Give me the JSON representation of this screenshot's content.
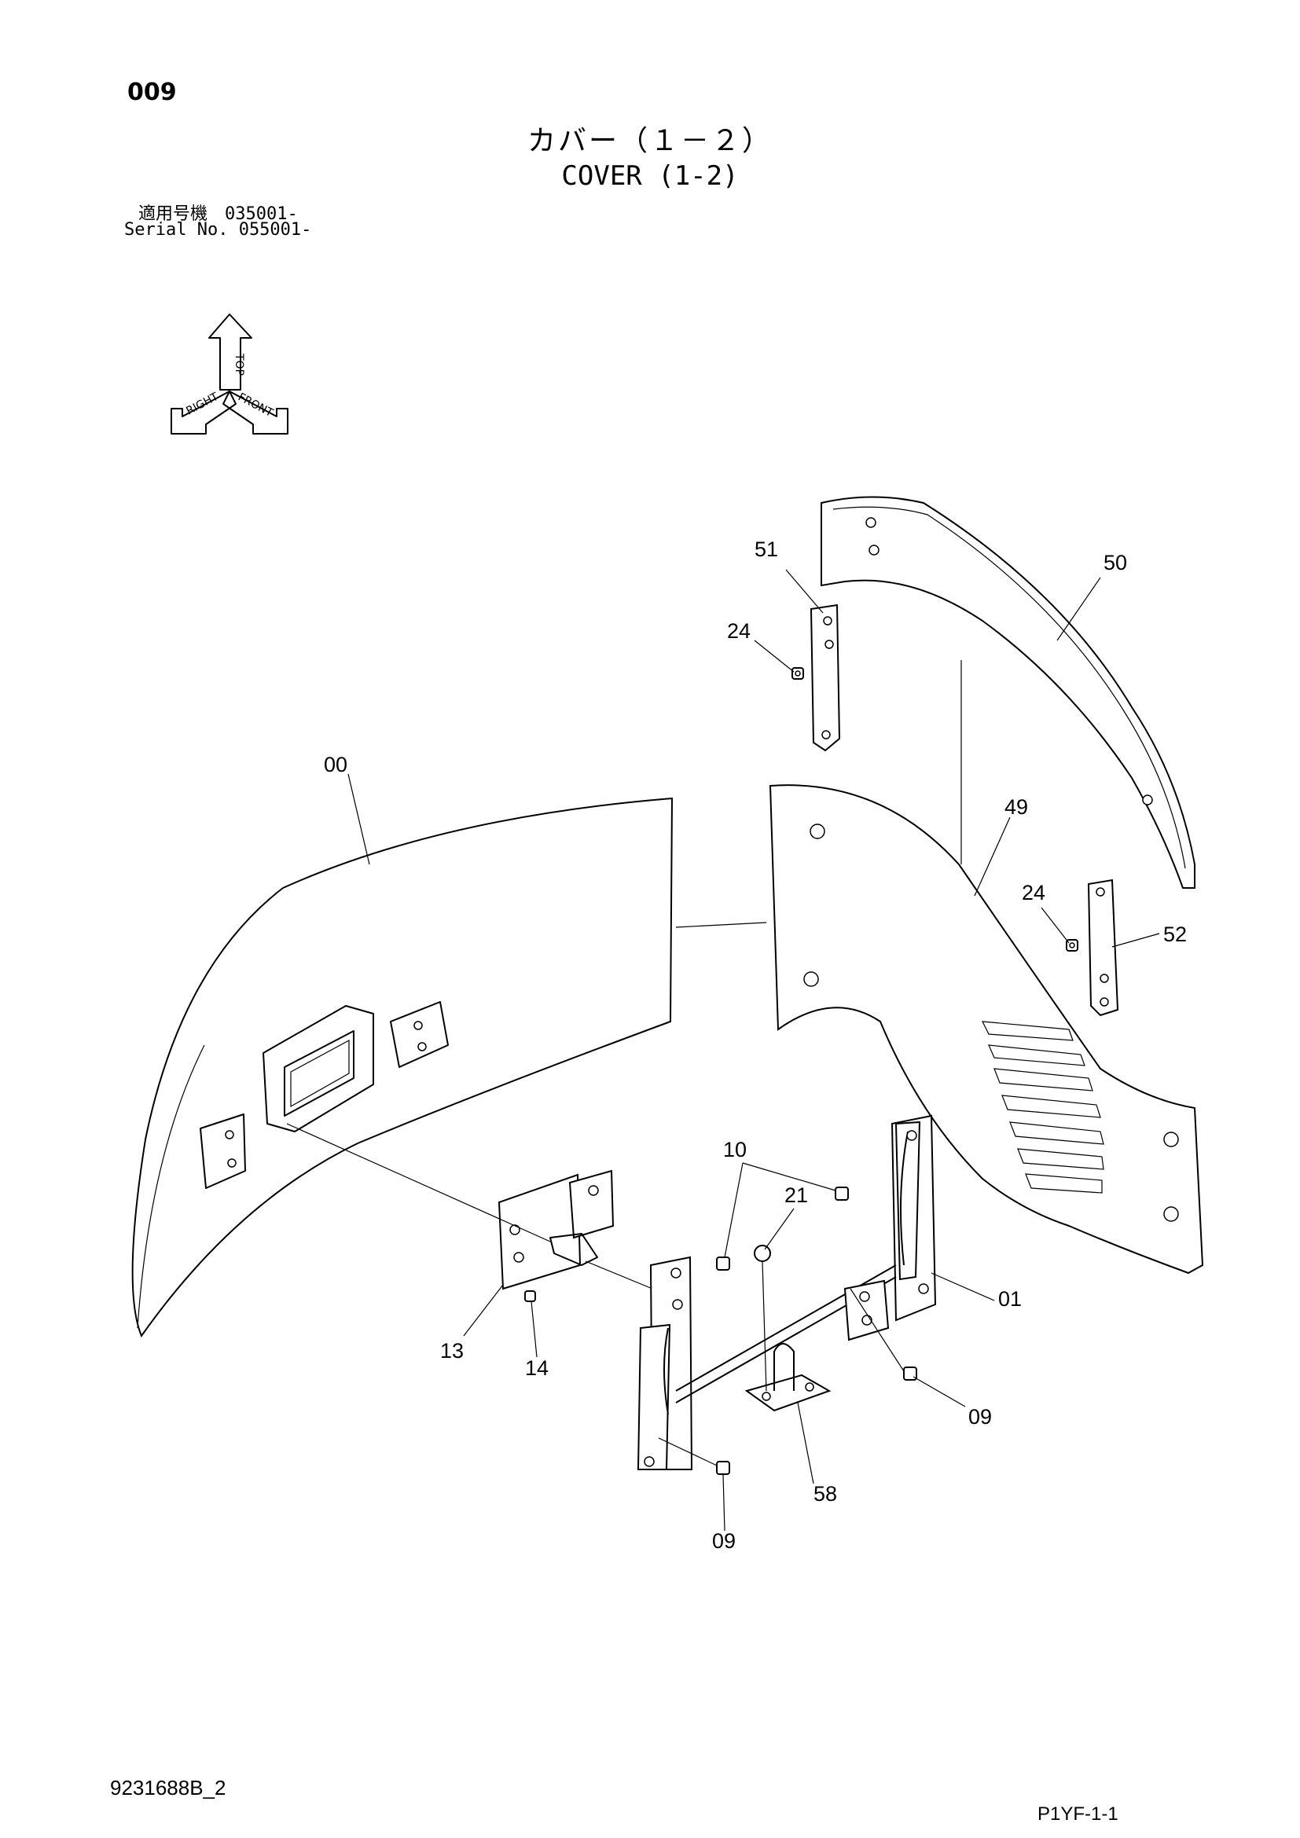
{
  "header": {
    "page_number": "009",
    "title_jp": "カバー（１－２）",
    "title_en": "COVER (1-2)",
    "serial_jp": "適用号機　035001-",
    "serial_en": "Serial No. 055001-"
  },
  "orientation": {
    "top": "TOP",
    "right": "RIGHT",
    "front": "FRONT"
  },
  "callouts": {
    "c00": "00",
    "c01": "01",
    "c09a": "09",
    "c09b": "09",
    "c10": "10",
    "c13": "13",
    "c14": "14",
    "c21": "21",
    "c24a": "24",
    "c24b": "24",
    "c49": "49",
    "c50": "50",
    "c51": "51",
    "c52": "52",
    "c58": "58"
  },
  "footer": {
    "doc_code": "9231688B_2",
    "page_code": "P1YF-1-1"
  }
}
